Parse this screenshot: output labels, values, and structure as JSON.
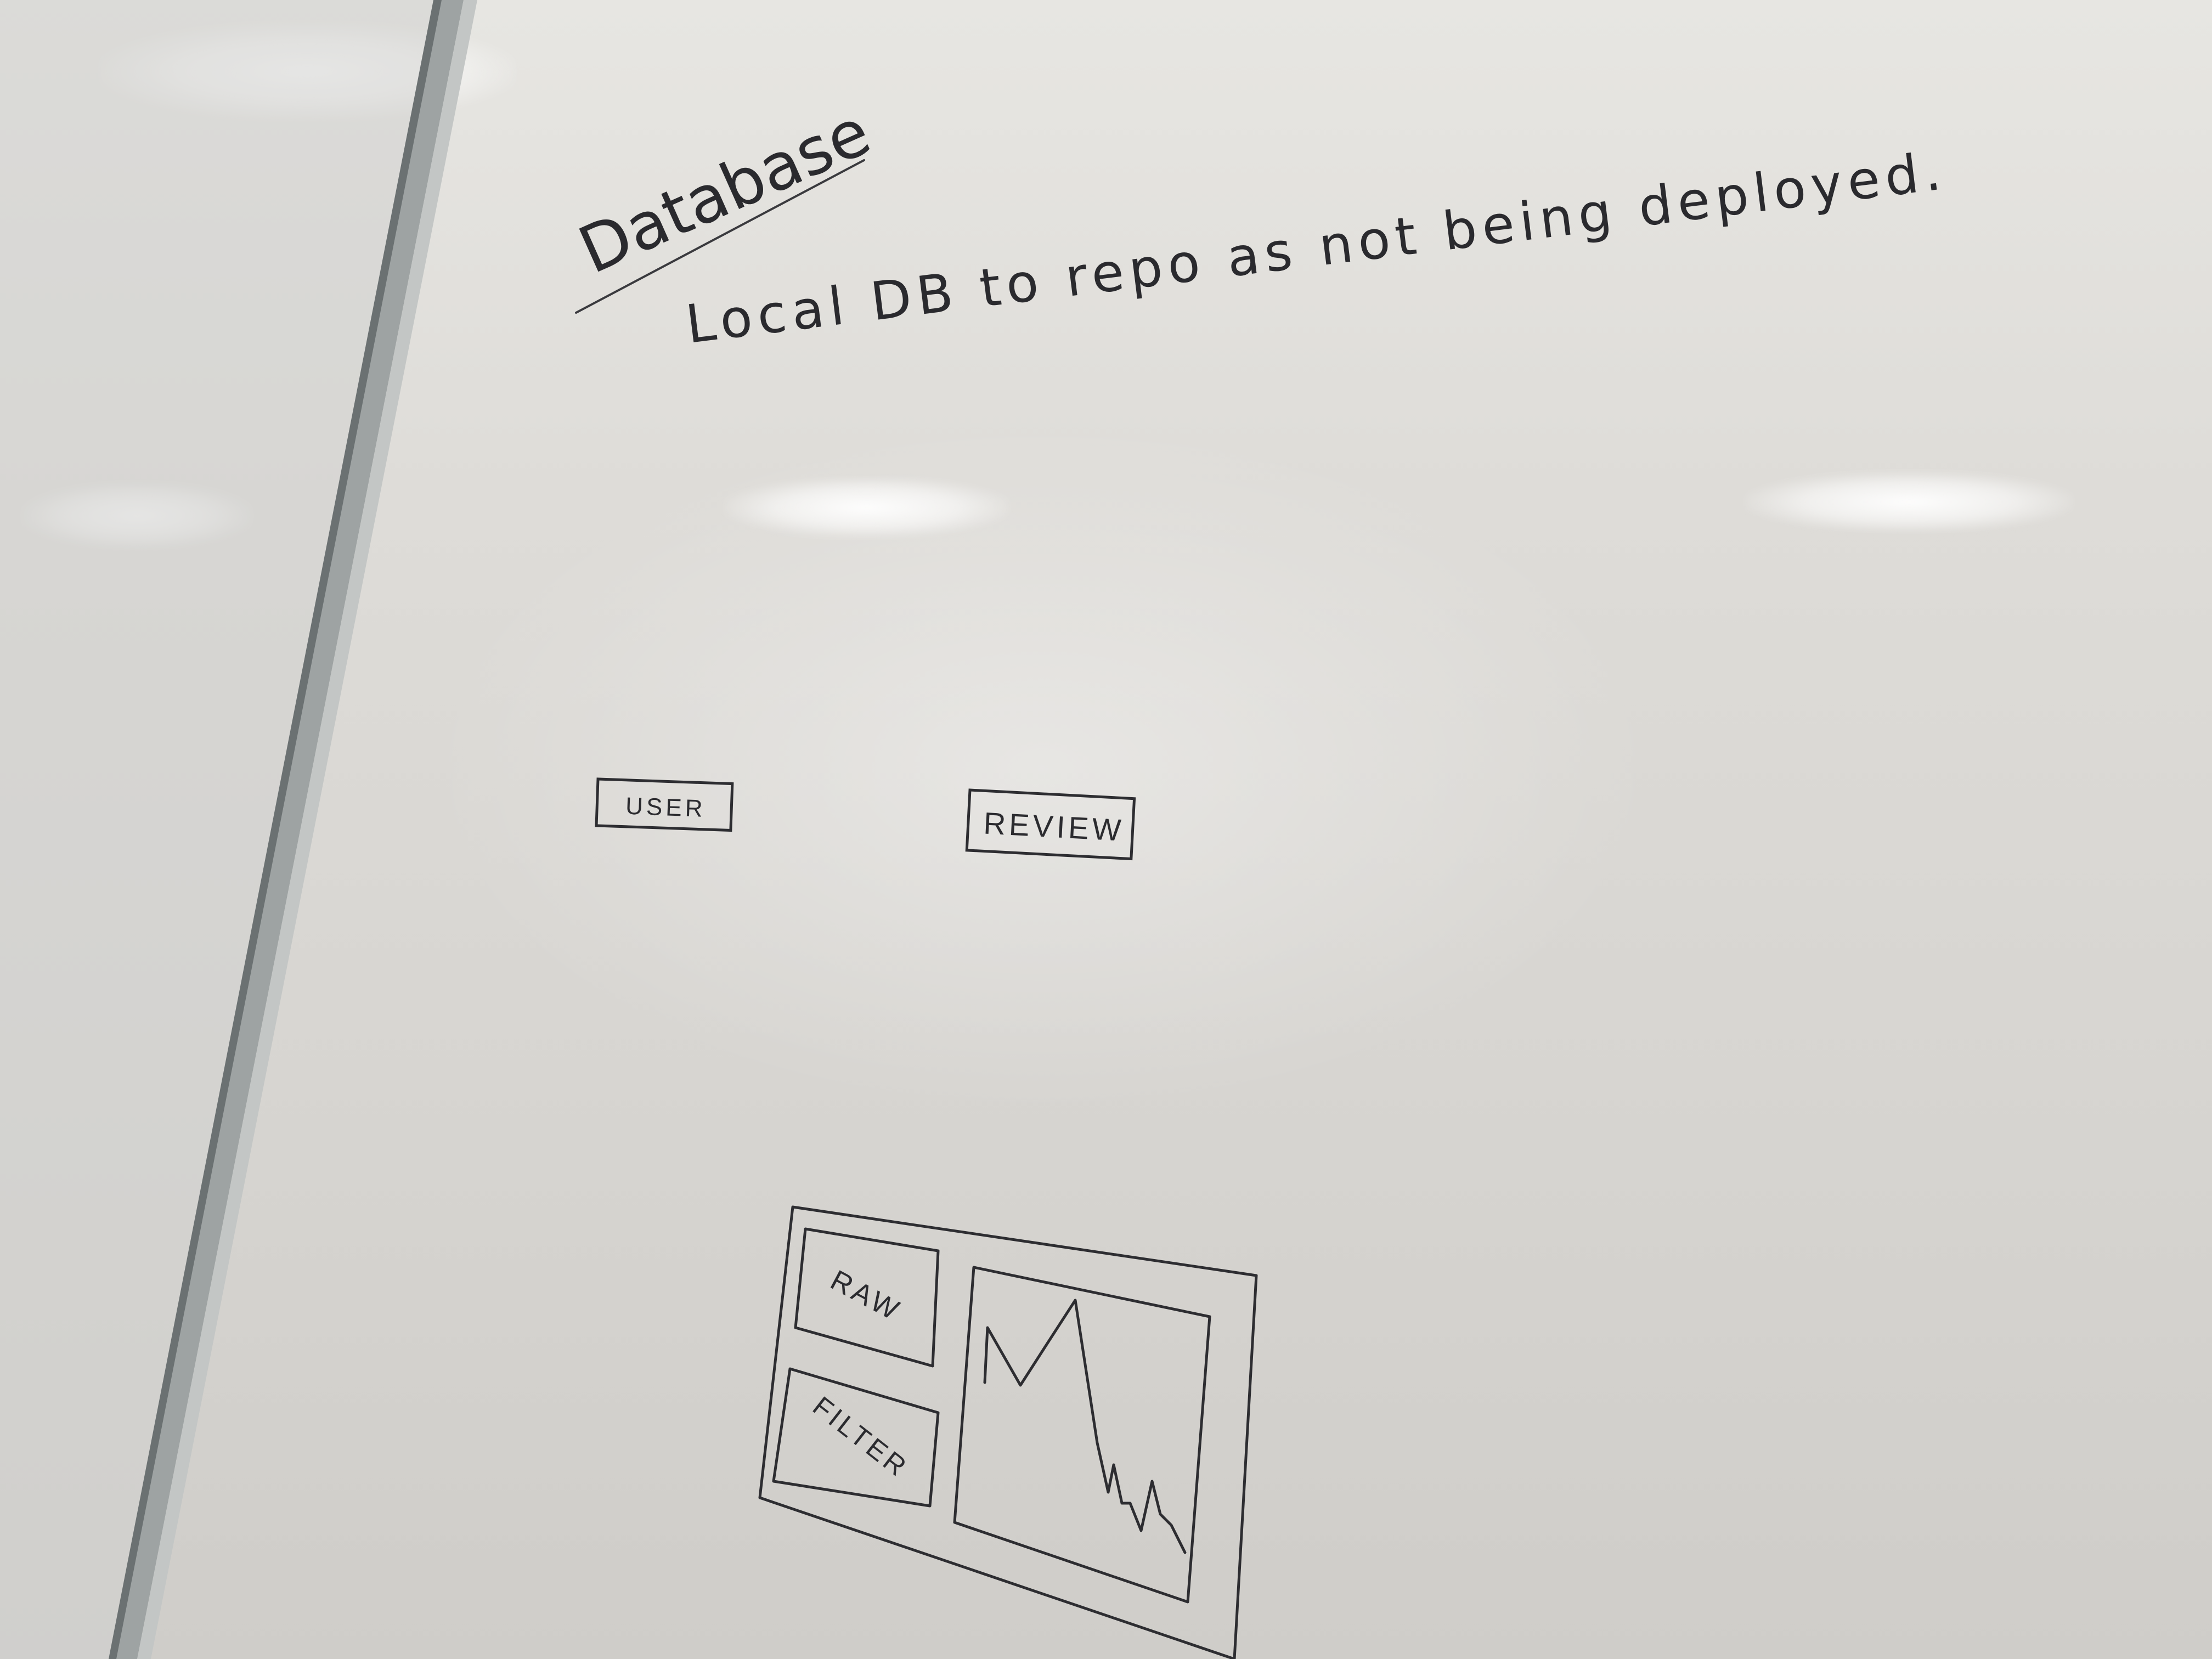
{
  "whiteboard": {
    "heading": "Database",
    "note": "Local DB to repo as not being deployed.",
    "boxes": {
      "user": "USER",
      "review": "REVIEW"
    },
    "sketch": {
      "raw": "RAW",
      "filter": "FILTER"
    }
  }
}
